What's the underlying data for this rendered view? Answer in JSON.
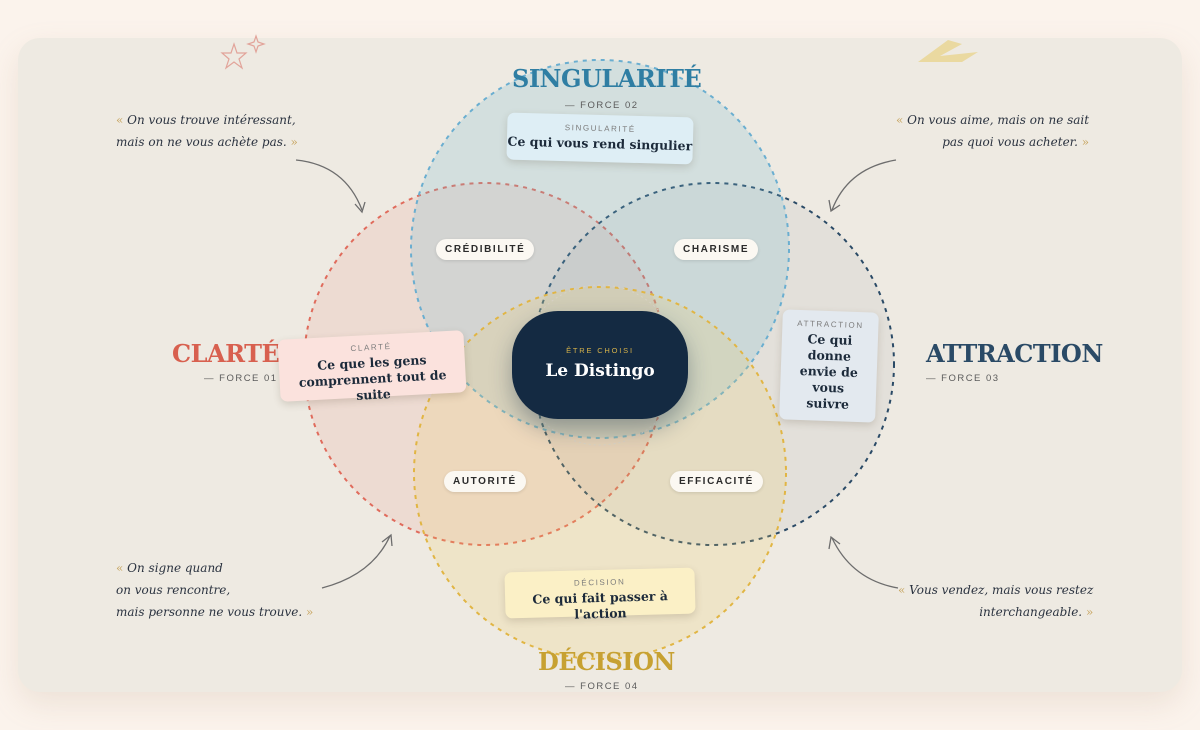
{
  "forces": {
    "singularite": {
      "title": "SINGULARITÉ",
      "sub": "— FORCE 02",
      "box_key": "SINGULARITÉ",
      "box_value": "Ce qui vous rend singulier",
      "color": "#2f7ea3"
    },
    "clarte": {
      "title": "CLARTÉ",
      "sub": "— FORCE 01",
      "box_key": "CLARTÉ",
      "box_value": "Ce que les gens comprennent tout de suite",
      "color": "#d8604f"
    },
    "attraction": {
      "title": "ATTRACTION",
      "sub": "— FORCE 03",
      "box_key": "ATTRACTION",
      "box_value": "Ce qui donne envie de vous suivre",
      "color": "#2a4a66"
    },
    "decision": {
      "title": "DÉCISION",
      "sub": "— FORCE 04",
      "box_key": "DÉCISION",
      "box_value": "Ce qui fait passer à l'action",
      "color": "#c7a132"
    }
  },
  "intersections": {
    "credibilite": "CRÉDIBILITÉ",
    "charisme": "CHARISME",
    "autorite": "AUTORITÉ",
    "efficacite": "EFFICACITÉ"
  },
  "center": {
    "kicker": "ÊTRE CHOISI",
    "title": "Le Distingo"
  },
  "quotes": {
    "top_left": [
      "On vous trouve intéressant,",
      "mais on ne vous achète pas."
    ],
    "top_right": [
      "On vous aime, mais on ne sait",
      "pas quoi vous acheter."
    ],
    "bottom_left": [
      "On signe quand",
      "on vous rencontre,",
      "mais personne ne vous trouve."
    ],
    "bottom_right": [
      "Vous vendez, mais vous restez",
      "interchangeable."
    ],
    "open_mark": "«",
    "close_mark": "»"
  },
  "colors": {
    "background": "#fbf3ec",
    "card": "#eeeae2",
    "center": "#142a42",
    "accent_gold": "#d6b24a"
  }
}
